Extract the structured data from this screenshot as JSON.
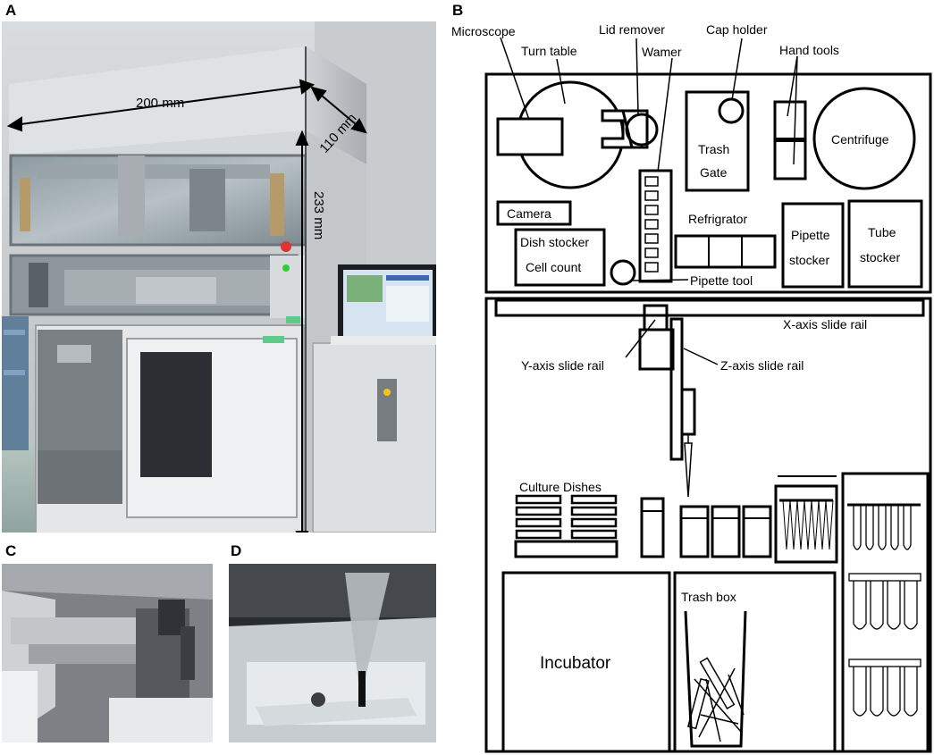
{
  "panels": {
    "a": "A",
    "b": "B",
    "c": "C",
    "d": "D"
  },
  "photo_a": {
    "dim_width": "200 mm",
    "dim_depth": "110 mm",
    "dim_height": "233 mm"
  },
  "diagram": {
    "labels": {
      "microscope": "Microscope",
      "turn_table": "Turn table",
      "lid_remover": "Lid remover",
      "cap_holder": "Cap holder",
      "warmer": "Wamer",
      "hand_tools": "Hand tools",
      "trash_gate_1": "Trash",
      "trash_gate_2": "Gate",
      "centrifuge": "Centrifuge",
      "camera": "Camera",
      "refrigrator": "Refrigrator",
      "dish_stocker": "Dish stocker",
      "cell_count": "Cell count",
      "pipette_tool": "Pipette tool",
      "pipette_stocker_1": "Pipette",
      "pipette_stocker_2": "stocker",
      "tube_stocker_1": "Tube",
      "tube_stocker_2": "stocker",
      "x_axis": "X-axis slide rail",
      "y_axis": "Y-axis slide rail",
      "z_axis": "Z-axis slide rail",
      "culture_dishes": "Culture Dishes",
      "trash_box": "Trash box",
      "incubator": "Incubator"
    }
  }
}
